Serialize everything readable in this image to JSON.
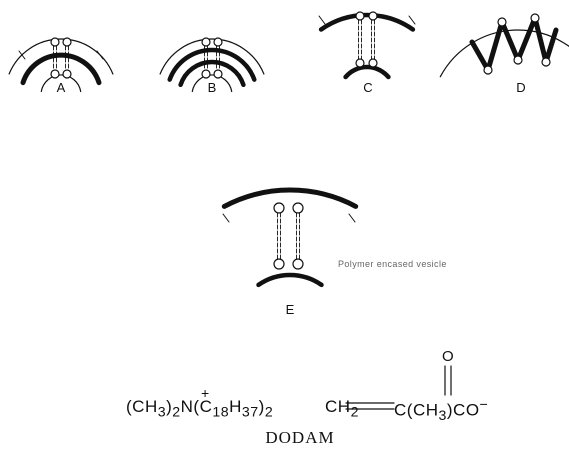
{
  "panels": [
    {
      "id": "A",
      "label": "A"
    },
    {
      "id": "B",
      "label": "B"
    },
    {
      "id": "C",
      "label": "C"
    },
    {
      "id": "D",
      "label": "D"
    },
    {
      "id": "E",
      "label": "E"
    }
  ],
  "annotation": "Polymer encased vesicle",
  "formula": {
    "cation": "(CH",
    "cation_sub1": "3",
    "cation_mid": ")",
    "cation_sub2": "2",
    "cation_n": "N(C",
    "cation_sub3": "18",
    "cation_h": "H",
    "cation_sub4": "37",
    "cation_end": ")",
    "cation_sub5": "2",
    "plus": "+",
    "anion_ch": "CH",
    "anion_sub1": "2",
    "anion_rest": "C(CH",
    "anion_sub2": "3",
    "anion_co": ")CO",
    "anion_charge": "−",
    "oxygen": "O"
  },
  "compound_name": "DODAM",
  "colors": {
    "ink": "#111111",
    "note": "#666666"
  }
}
